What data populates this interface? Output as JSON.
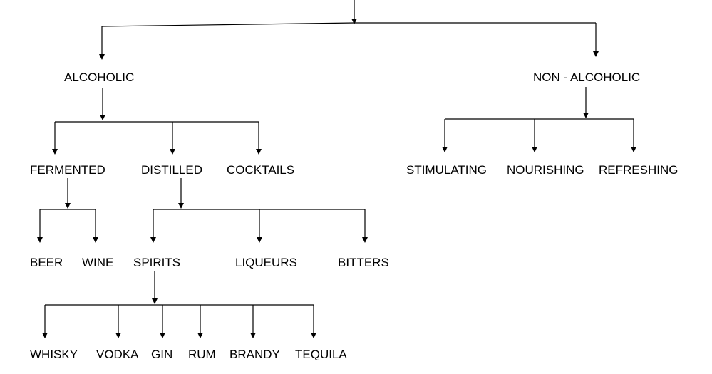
{
  "nodes": {
    "alcoholic": "ALCOHOLIC",
    "non_alcoholic": "NON - ALCOHOLIC",
    "fermented": "FERMENTED",
    "distilled": "DISTILLED",
    "cocktails": "COCKTAILS",
    "stimulating": "STIMULATING",
    "nourishing": "NOURISHING",
    "refreshing": "REFRESHING",
    "beer": "BEER",
    "wine": "WINE",
    "spirits": "SPIRITS",
    "liqueurs": "LIQUEURS",
    "bitters": "BITTERS",
    "whisky": "WHISKY",
    "vodka": "VODKA",
    "gin": "GIN",
    "rum": "RUM",
    "brandy": "BRANDY",
    "tequila": "TEQUILA"
  },
  "tree": {
    "root": [
      "alcoholic",
      "non_alcoholic"
    ],
    "alcoholic": [
      "fermented",
      "distilled",
      "cocktails"
    ],
    "non_alcoholic": [
      "stimulating",
      "nourishing",
      "refreshing"
    ],
    "fermented": [
      "beer",
      "wine"
    ],
    "distilled": [
      "spirits",
      "liqueurs",
      "bitters"
    ],
    "spirits": [
      "whisky",
      "vodka",
      "gin",
      "rum",
      "brandy",
      "tequila"
    ]
  },
  "colors": {
    "line": "#000000",
    "text": "#000000",
    "background": "#ffffff"
  }
}
